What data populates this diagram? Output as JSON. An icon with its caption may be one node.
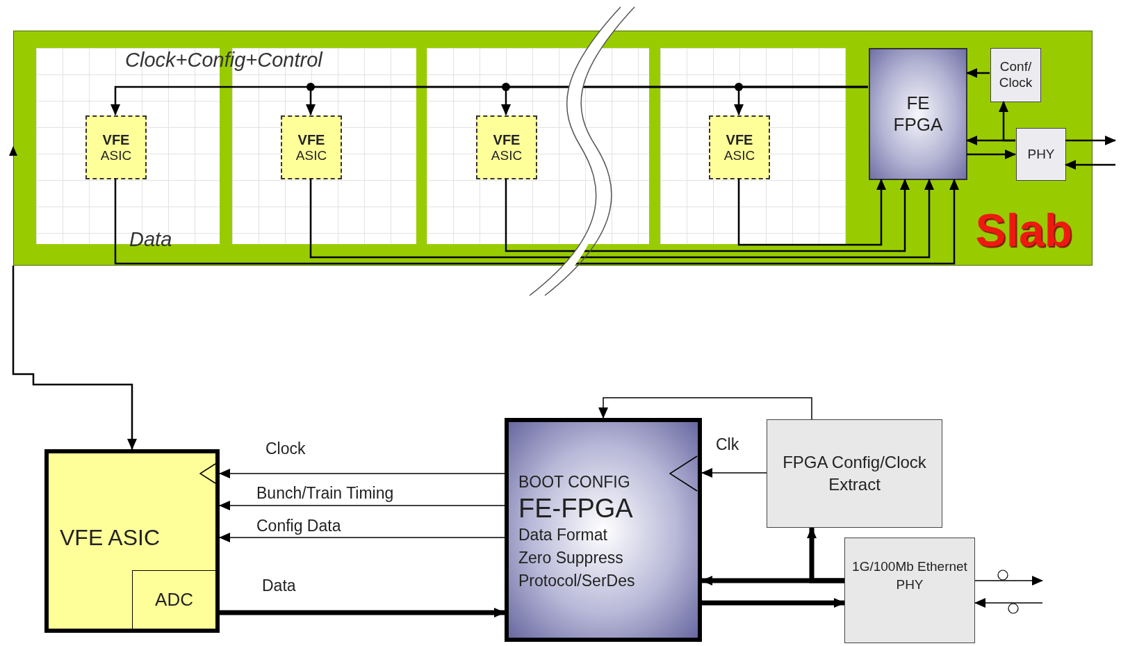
{
  "diagram": {
    "nodes": [
      {
        "text": [
          "Slab"
        ]
      },
      {
        "text": [
          "VFE",
          "ASIC"
        ],
        "in": 0
      },
      {
        "text": [
          "VFE",
          "ASIC"
        ],
        "in": 0
      },
      {
        "text": [
          "VFE",
          "ASIC"
        ],
        "in": 0
      },
      {
        "text": [
          "VFE",
          "ASIC"
        ],
        "in": 0
      },
      {
        "text": [
          "FE",
          "FPGA"
        ],
        "in": 0
      },
      {
        "text": [
          "Conf/ Clock"
        ],
        "in": 0
      },
      {
        "text": [
          "PHY"
        ],
        "in": 0
      },
      {
        "text": [
          "VFE ASIC"
        ]
      },
      {
        "text": [
          "ADC"
        ],
        "in": 8
      },
      {
        "text": [
          "BOOT CONFIG",
          "FE-FPGA",
          "Data Format",
          "Zero Suppress",
          "Protocol/SerDes"
        ]
      },
      {
        "text": [
          "FPGA Config/Clock Extract"
        ]
      },
      {
        "text": [
          "1G/100Mb Ethernet PHY"
        ]
      }
    ],
    "edges": [
      {
        "from": 5,
        "to": 1,
        "arrow": "to"
      },
      {
        "from": 5,
        "to": 2,
        "arrow": "to"
      },
      {
        "from": 5,
        "to": 3,
        "arrow": "to"
      },
      {
        "from": 5,
        "to": 4,
        "arrow": "to"
      },
      {
        "from": 1,
        "to": 5,
        "arrow": "to"
      },
      {
        "from": 2,
        "to": 5,
        "arrow": "to"
      },
      {
        "from": 3,
        "to": 5,
        "arrow": "to"
      },
      {
        "from": 4,
        "to": 5,
        "arrow": "to"
      },
      {
        "from": 6,
        "to": 5,
        "arrow": "to"
      },
      {
        "from": 7,
        "to": 5,
        "arrow": "to"
      },
      {
        "from": 7,
        "to": 6,
        "arrow": "to"
      },
      {
        "from": 5,
        "to": 7,
        "arrow": "to"
      },
      {
        "from": 7,
        "to": null,
        "arrow": "to"
      },
      {
        "from": null,
        "to": 7,
        "arrow": "to"
      },
      {
        "from": 0,
        "to": 8,
        "arrow": "to"
      },
      {
        "from": 10,
        "to": 8,
        "arrow": "to",
        "label": "Clock"
      },
      {
        "from": 10,
        "to": 8,
        "arrow": "to",
        "label": "Bunch/Train Timing"
      },
      {
        "from": 10,
        "to": 8,
        "arrow": "to",
        "label": "Config Data"
      },
      {
        "from": 8,
        "to": 10,
        "arrow": "to",
        "label": "Data",
        "style": "thick"
      },
      {
        "from": 11,
        "to": 10,
        "arrow": "to",
        "label": "Clk"
      },
      {
        "from": 11,
        "to": 10,
        "arrow": "to"
      },
      {
        "from": 12,
        "to": 10,
        "arrow": "to",
        "style": "thick"
      },
      {
        "from": 12,
        "to": 11,
        "arrow": "to",
        "style": "thick"
      },
      {
        "from": 10,
        "to": 12,
        "arrow": "to",
        "style": "thick"
      },
      {
        "from": 12,
        "to": null,
        "arrow": "to"
      },
      {
        "from": null,
        "to": 12,
        "arrow": "to"
      }
    ],
    "labels": [
      "Clock+Config+Control",
      "Data"
    ]
  }
}
